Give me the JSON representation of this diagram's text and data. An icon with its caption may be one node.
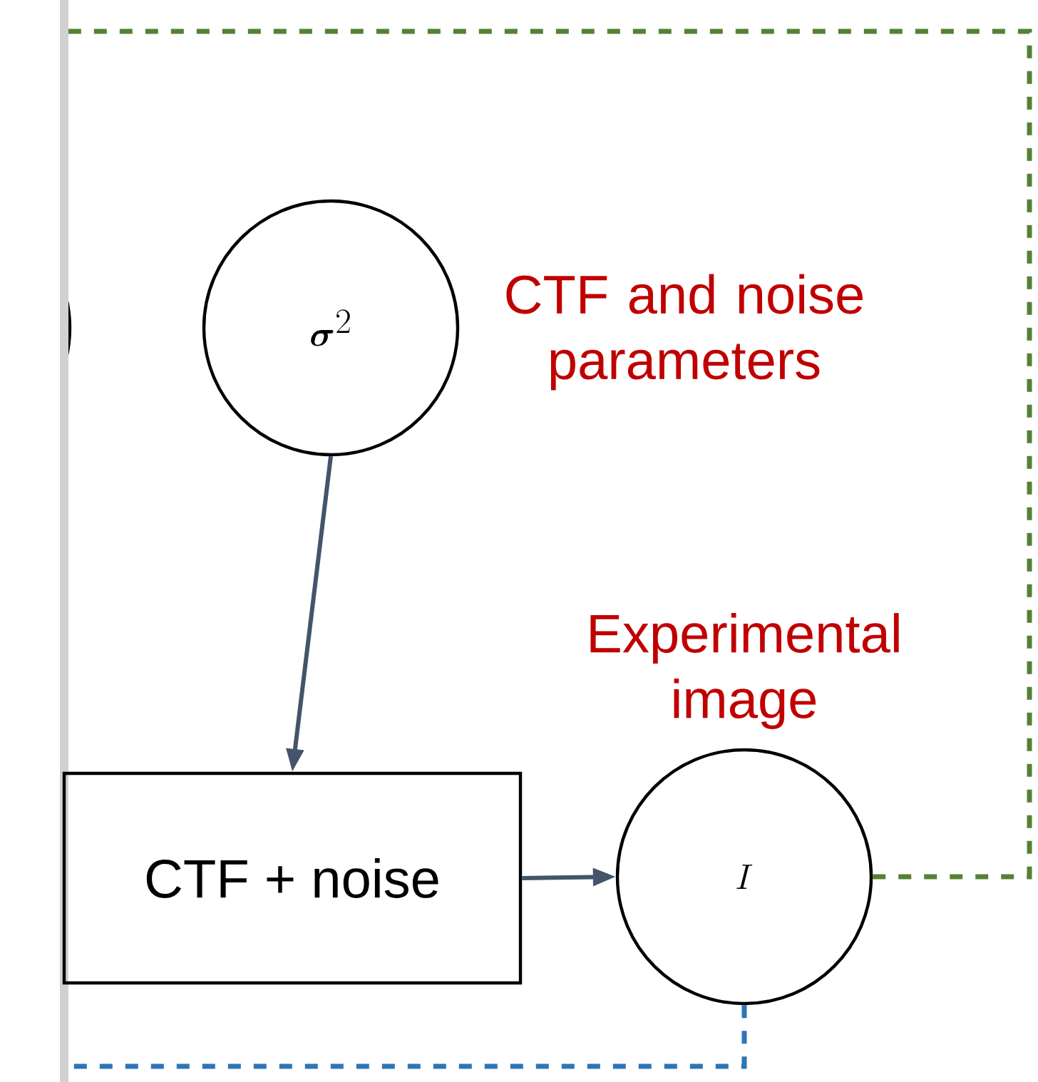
{
  "diagram": {
    "nodes": [
      {
        "text": [],
        "shape": "circle"
      },
      {
        "text": [
          "\\boldsymbol{\\sigma}^2"
        ]
      },
      {
        "text": [
          "CTF + noise"
        ]
      },
      {
        "text": [
          "I"
        ],
        "beside": [
          "Experimental image"
        ]
      }
    ],
    "edges": [
      {
        "from": 1,
        "to": 2,
        "arrow": "to"
      },
      {
        "from": 2,
        "to": 3,
        "arrow": "to"
      },
      {
        "from": 3,
        "to": null,
        "arrow": "none",
        "style": "dashed",
        "color": "#548235"
      },
      {
        "from": 3,
        "to": null,
        "arrow": "none",
        "style": "dashed",
        "color": "#2e75b6"
      }
    ],
    "labels": [
      "CTF and noise parameters"
    ]
  }
}
